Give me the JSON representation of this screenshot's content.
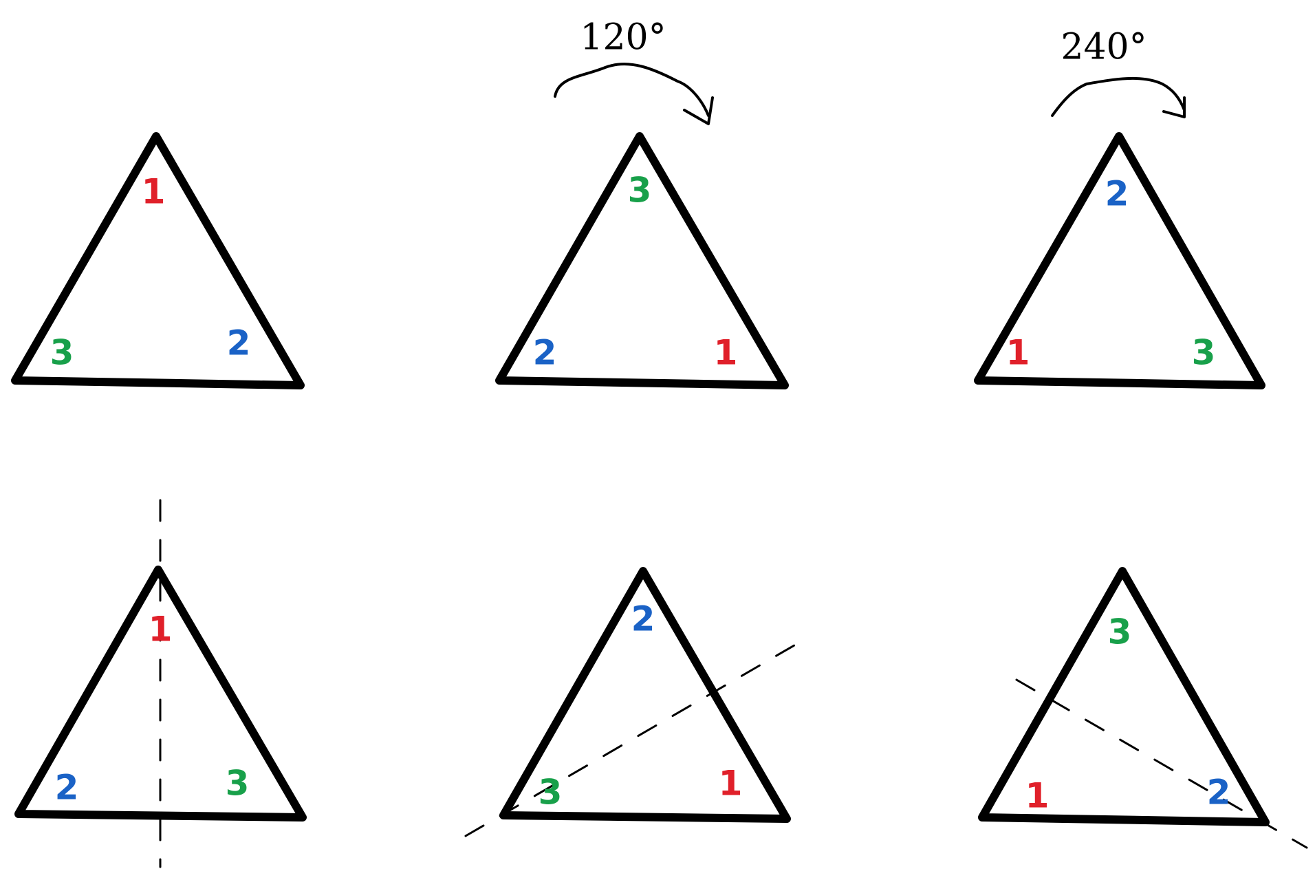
{
  "colors": {
    "vertex_1": "#e0202a",
    "vertex_2": "#1a62c6",
    "vertex_3": "#18a04a",
    "stroke": "#000000",
    "background": "#ffffff"
  },
  "rotations": {
    "angle_120": "120°",
    "angle_240": "240°"
  },
  "triangles": [
    {
      "top": "1",
      "left": "3",
      "right": "2"
    },
    {
      "top": "3",
      "left": "2",
      "right": "1"
    },
    {
      "top": "2",
      "left": "1",
      "right": "3"
    },
    {
      "top": "1",
      "left": "2",
      "right": "3"
    },
    {
      "top": "2",
      "left": "3",
      "right": "1"
    },
    {
      "top": "3",
      "left": "1",
      "right": "2"
    }
  ]
}
